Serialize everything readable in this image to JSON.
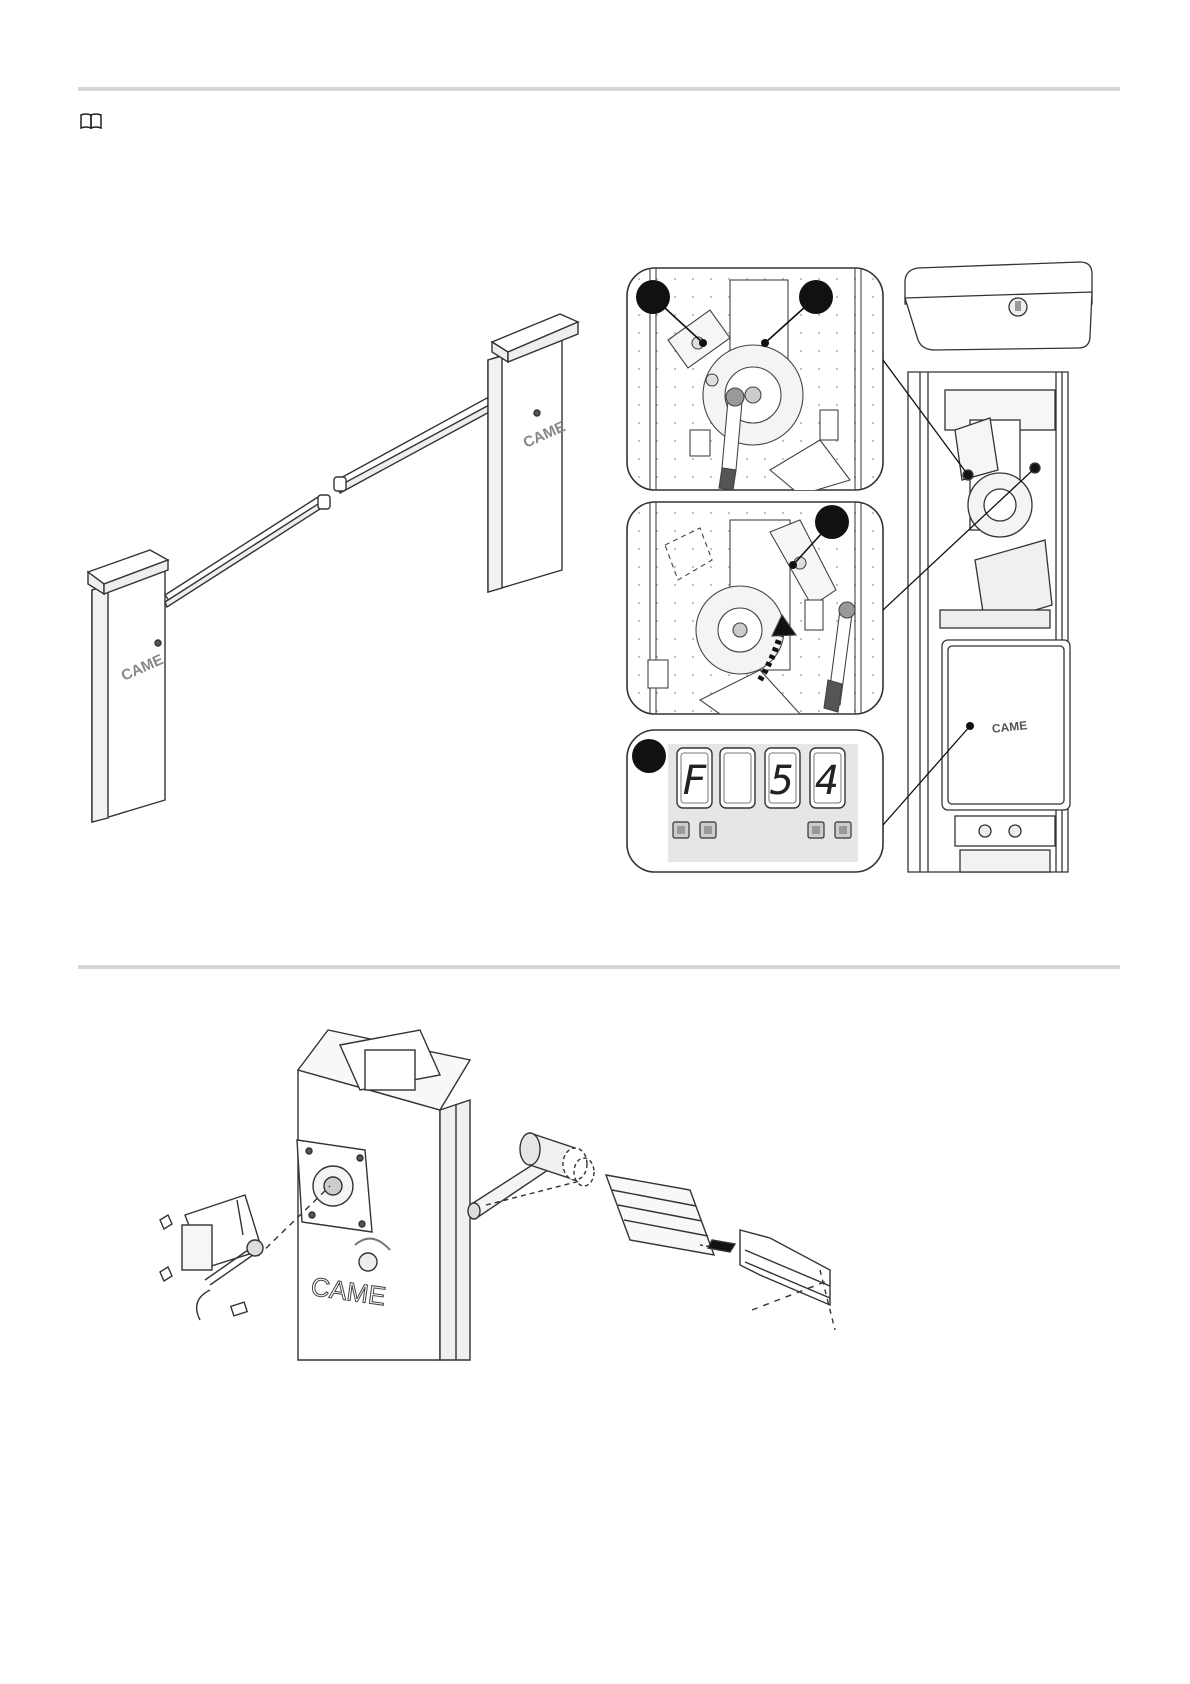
{
  "page": {
    "background": "#ffffff",
    "rule_color": "#d6d6d6"
  },
  "icons": {
    "manual": "open-book-icon"
  },
  "figure1": {
    "brand_left_post": "CAME",
    "brand_right_post": "CAME",
    "brand_control_box": "CAME",
    "display": {
      "digits": [
        "F",
        "",
        "5",
        "4"
      ],
      "button_count": 4,
      "panel_color": "#e6e6e6"
    }
  },
  "figure2": {
    "brand_post": "CAME"
  }
}
